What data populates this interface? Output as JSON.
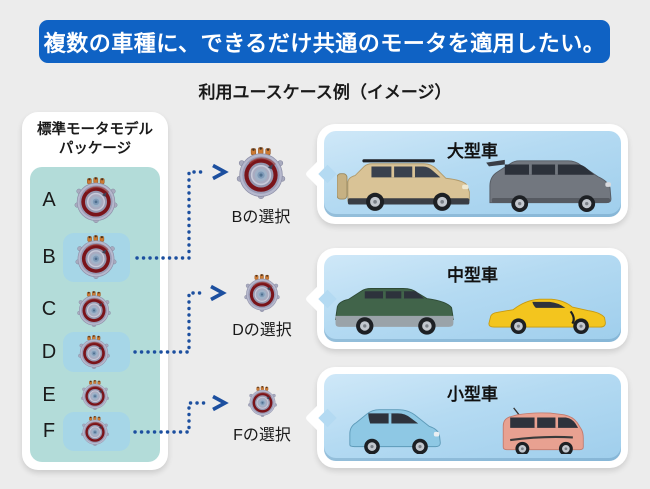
{
  "header": {
    "title": "複数の車種に、できるだけ共通のモータを適用したい。"
  },
  "subtitle": "利用ユースケース例（イメージ）",
  "package_panel": {
    "title_line1": "標準モータモデル",
    "title_line2": "パッケージ",
    "items": [
      {
        "label": "A",
        "highlighted": false
      },
      {
        "label": "B",
        "highlighted": true
      },
      {
        "label": "C",
        "highlighted": false
      },
      {
        "label": "D",
        "highlighted": true
      },
      {
        "label": "E",
        "highlighted": false
      },
      {
        "label": "F",
        "highlighted": true
      }
    ]
  },
  "selections": [
    {
      "label": "Bの選択",
      "source_item": "B"
    },
    {
      "label": "Dの選択",
      "source_item": "D"
    },
    {
      "label": "Fの選択",
      "source_item": "F"
    }
  ],
  "vehicle_panels": [
    {
      "title": "大型車",
      "vehicles": [
        "suv",
        "minivan"
      ]
    },
    {
      "title": "中型車",
      "vehicles": [
        "station-wagon",
        "sports-car"
      ]
    },
    {
      "title": "小型車",
      "vehicles": [
        "hatchback",
        "kei-wagon"
      ]
    }
  ],
  "colors": {
    "header_bg": "#0f62c4",
    "header_text": "#ffffff",
    "background": "#ececec",
    "package_box_teal": "#b3dcd9",
    "highlight_blue": "#a6d6e7",
    "connector_blue": "#1c4f9f",
    "vehicle_panel_blue": "#aad5ef"
  }
}
